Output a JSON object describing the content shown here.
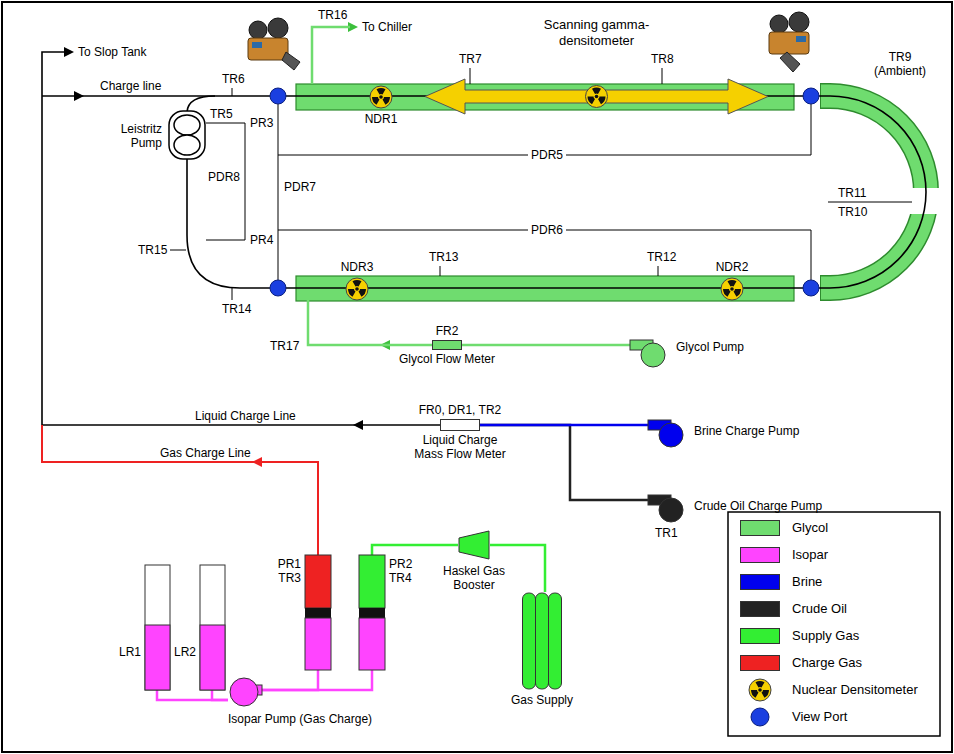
{
  "diagram": {
    "nodes": [
      {
        "text": [
          "Leistritz Pump"
        ]
      },
      {
        "text": [
          "NDR1"
        ]
      },
      {
        "text": [
          "Scanning gamma-densitometer"
        ]
      },
      {
        "text": [
          "NDR3"
        ]
      },
      {
        "text": [
          "NDR2"
        ]
      },
      {
        "text": [
          "FR2",
          "Glycol Flow Meter"
        ]
      },
      {
        "text": [
          "Glycol Pump"
        ]
      },
      {
        "text": [
          "FR0, DR1, TR2",
          "Liquid Charge Mass Flow Meter"
        ]
      },
      {
        "text": [
          "Brine Charge Pump"
        ]
      },
      {
        "text": [
          "Crude Oil Charge Pump"
        ]
      },
      {
        "text": [
          "PR1 TR3"
        ]
      },
      {
        "text": [
          "PR2 TR4"
        ]
      },
      {
        "text": [
          "Haskel Gas Booster"
        ]
      },
      {
        "text": [
          "Gas Supply"
        ]
      },
      {
        "text": [
          "LR1"
        ]
      },
      {
        "text": [
          "LR2"
        ]
      },
      {
        "text": [
          "Isopar Pump (Gas Charge)"
        ]
      }
    ],
    "edges": [
      {
        "from": 6,
        "to": 5,
        "arrow": "none"
      },
      {
        "from": 9,
        "to": 7,
        "arrow": "none"
      },
      {
        "from": 8,
        "to": 7,
        "arrow": "none"
      },
      {
        "from": 13,
        "to": 12,
        "arrow": "none"
      },
      {
        "from": 12,
        "to": 11,
        "arrow": "none"
      },
      {
        "from": 16,
        "to": 14,
        "arrow": "none"
      },
      {
        "from": 16,
        "to": 15,
        "arrow": "none"
      },
      {
        "from": 16,
        "to": 10,
        "arrow": "none"
      },
      {
        "from": 16,
        "to": 11,
        "arrow": "none"
      }
    ],
    "labels": [
      "To Slop Tank",
      "To Chiller",
      "TR16",
      "TR6",
      "Charge line",
      "TR5",
      "PR3",
      "PDR8",
      "PDR7",
      "PR4",
      "TR15",
      "TR14",
      "TR7",
      "TR8",
      "PDR5",
      "TR9 (Ambient)",
      "TR11",
      "TR10",
      "PDR6",
      "TR13",
      "TR12",
      "TR17",
      "Liquid Charge Line",
      "Gas Charge Line",
      "TR1"
    ],
    "legend": [
      {
        "text": "Glycol",
        "color": "#6fdc6f"
      },
      {
        "text": "Isopar",
        "color": "#ff44ff"
      },
      {
        "text": "Brine",
        "color": "#0000ee"
      },
      {
        "text": "Crude Oil",
        "color": "#222222"
      },
      {
        "text": "Supply Gas",
        "color": "#33ee33"
      },
      {
        "text": "Charge Gas",
        "color": "#ee2222"
      },
      {
        "text": "Nuclear Densitometer"
      },
      {
        "text": "View Port"
      }
    ]
  }
}
